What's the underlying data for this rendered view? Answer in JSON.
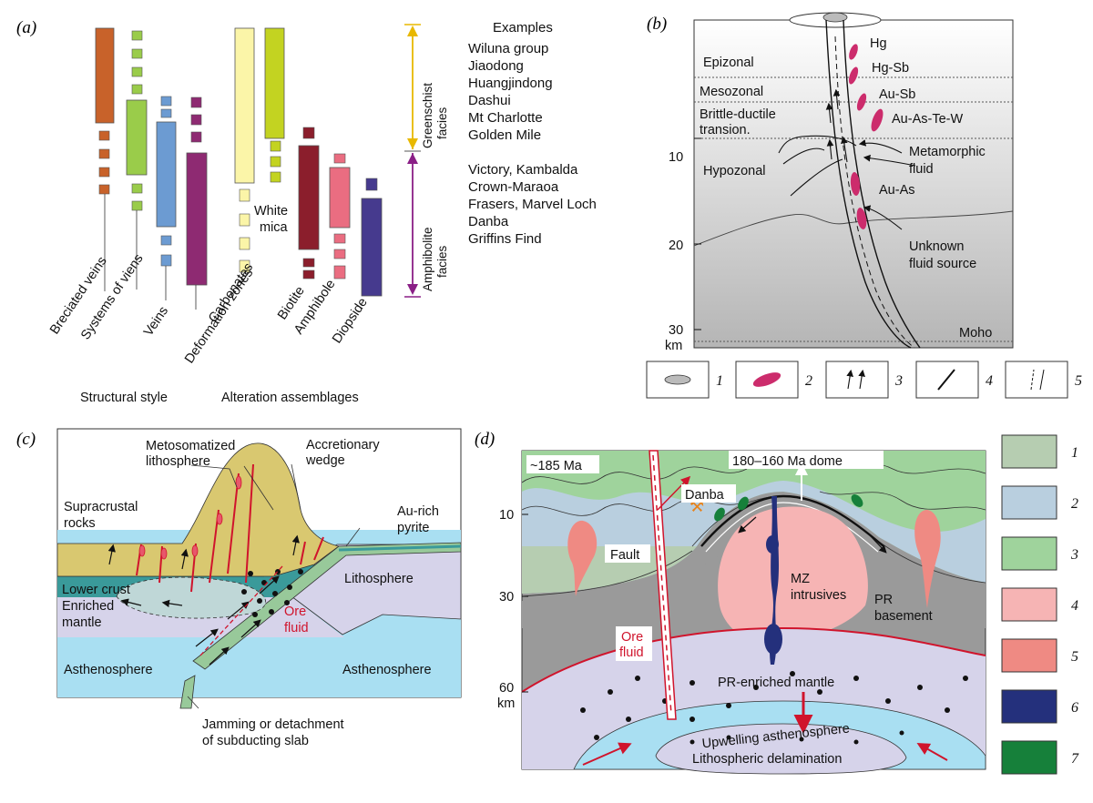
{
  "panel_a": {
    "letter": "(a)",
    "structural_labels": [
      "Breciated veins",
      "Systems of viens",
      "Veins",
      "Deformation zones"
    ],
    "alteration_labels": [
      "Carbonates",
      "Biotite",
      "Amphibole",
      "Diopside"
    ],
    "white_mica": [
      "White",
      "mica"
    ],
    "group_structural": "Structural style",
    "group_alteration": "Alteration assemblages",
    "facies_greenschist": [
      "Greenschist",
      "facies"
    ],
    "facies_amphibolite": [
      "Amphibolite",
      "facies"
    ],
    "examples_title": "Examples",
    "examples_greenschist": [
      "Wiluna group",
      "Jiaodong",
      "Huangjindong",
      "Dashui",
      "Mt Charlotte",
      "Golden Mile"
    ],
    "examples_amphibolite": [
      "Victory, Kambalda",
      "Crown-Maraoa",
      "Frasers, Marvel Loch",
      "Danba",
      "Griffins Find"
    ],
    "colors": {
      "breciated": "#c8622a",
      "systems": "#9acc4a",
      "veins": "#6c9bd2",
      "deformation": "#8e2a72",
      "carbonates": "#fbf5a8",
      "white_mica": "#c3d321",
      "biotite": "#8b1e2c",
      "amphibole": "#ea6d81",
      "diopside": "#463a8e",
      "greenschist_arrow": "#e8b800",
      "amphibolite_arrow": "#8a1f86"
    }
  },
  "panel_b": {
    "letter": "(b)",
    "zones": [
      "Epizonal",
      "Mesozonal",
      "Brittle-ductile",
      "transion.",
      "Hypozonal"
    ],
    "deposits": [
      "Hg",
      "Hg-Sb",
      "Au-Sb",
      "Au-As-Te-W",
      "Au-As"
    ],
    "fluid_labels": [
      "Metamorphic",
      "fluid",
      "Unknown",
      "fluid source"
    ],
    "depth_ticks": [
      "10",
      "20",
      "30"
    ],
    "depth_unit": "km",
    "moho": "Moho",
    "legend_numbers": [
      "1",
      "2",
      "3",
      "4",
      "5"
    ]
  },
  "panel_c": {
    "letter": "(c)",
    "labels": {
      "metasomatized": [
        "Metosomatized",
        "lithosphere"
      ],
      "accretionary": [
        "Accretionary",
        "wedge"
      ],
      "supracrustal": [
        "Supracrustal",
        "rocks"
      ],
      "au_rich": [
        "Au-rich",
        "pyrite"
      ],
      "lower_crust": "Lower crust",
      "lithosphere": "Lithosphere",
      "enriched": [
        "Enriched",
        "mantle"
      ],
      "ore_fluid": [
        "Ore",
        "fluid"
      ],
      "asthenosphere_left": "Asthenosphere",
      "asthenosphere_right": "Asthenosphere",
      "jamming": [
        "Jamming or detachment",
        "of subducting slab"
      ]
    }
  },
  "panel_d": {
    "letter": "(d)",
    "labels": {
      "age185": "~185 Ma",
      "dome": "180–160 Ma dome",
      "danba": "Danba",
      "fault": "Fault",
      "mz": [
        "MZ",
        "intrusives"
      ],
      "pr_basement": [
        "PR",
        "basement"
      ],
      "ore_fluid": [
        "Ore",
        "fluid"
      ],
      "pr_mantle": "PR-enriched mantle",
      "upwelling": "Upwelling asthenosphere",
      "delamination": "Lithospheric delamination"
    },
    "depth_ticks": [
      "10",
      "30",
      "60"
    ],
    "depth_unit": "km",
    "legend_numbers": [
      "1",
      "2",
      "3",
      "4",
      "5",
      "6",
      "7"
    ],
    "legend_colors": [
      "#b6cdb1",
      "#b9cfdf",
      "#9fd39c",
      "#f6b4b4",
      "#ef8a83",
      "#24307c",
      "#16803a"
    ]
  }
}
